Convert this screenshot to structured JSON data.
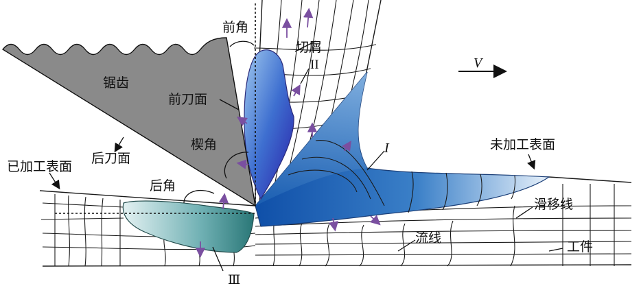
{
  "labels": {
    "sawtooth": "锯齿",
    "rake_angle": "前角",
    "chip": "切屑",
    "zone_2": "II",
    "rake_face": "前刀面",
    "velocity": "V",
    "wedge_angle": "楔角",
    "zone_1": "I",
    "unmachined_surface": "未加工表面",
    "machined_surface": "已加工表面",
    "flank_face": "后刀面",
    "clearance_angle": "后角",
    "slip_lines": "滑移线",
    "flow_lines": "流线",
    "workpiece": "工件",
    "zone_3": "Ⅲ"
  },
  "colors": {
    "tool": "#8a8a8a",
    "zone_1": "#1f5fae",
    "zone_2": "#2b3fb8",
    "zone_3": "#2f7d7d",
    "arrows": "#7a4fa0"
  }
}
